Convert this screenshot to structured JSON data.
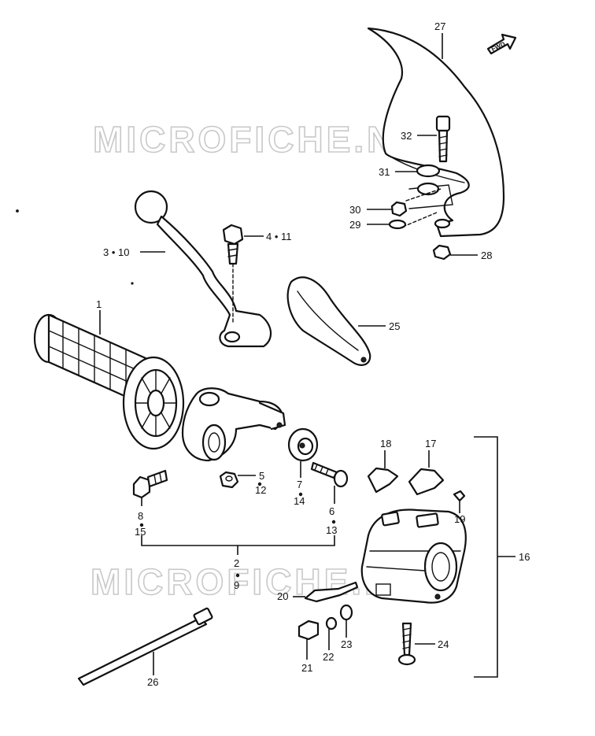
{
  "watermark": {
    "top": "MICROFICHE.NET",
    "bottom": "MICROFICHE.NET"
  },
  "front_arrow_label": "FWD",
  "labels": {
    "l1": "1",
    "l3_10": "3 • 10",
    "l4_11": "4 • 11",
    "l5": "5",
    "l12": "12",
    "l6": "6",
    "l13": "13",
    "l7": "7",
    "l14": "14",
    "l8": "8",
    "l15": "15",
    "l2": "2",
    "l9": "9",
    "l16": "16",
    "l17": "17",
    "l18": "18",
    "l19": "19",
    "l20": "20",
    "l21": "21",
    "l22": "22",
    "l23": "23",
    "l24": "24",
    "l25": "25",
    "l26": "26",
    "l27": "27",
    "l28": "28",
    "l29": "29",
    "l30": "30",
    "l31": "31",
    "l32": "32"
  }
}
